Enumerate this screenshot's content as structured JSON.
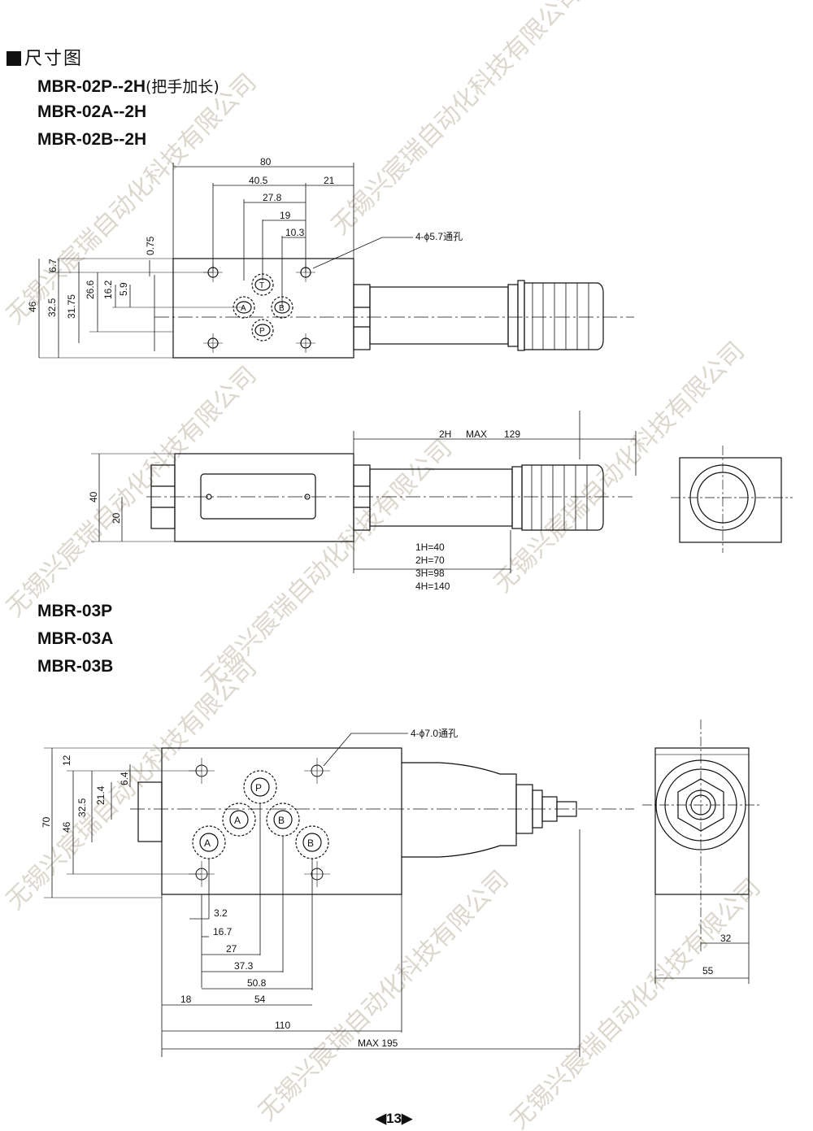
{
  "section_title": "尺寸图",
  "models_top": [
    "MBR-02P--2H",
    "MBR-02A--2H",
    "MBR-02B--2H"
  ],
  "models_top_note": "(把手加长)",
  "models_bottom": [
    "MBR-03P",
    "MBR-03A",
    "MBR-03B"
  ],
  "top_view": {
    "dims_horizontal": [
      "80",
      "40.5",
      "21",
      "27.8",
      "19",
      "10.3"
    ],
    "dims_vertical": [
      "0.75",
      "6.7",
      "5.9",
      "16.2",
      "26.6",
      "31.75",
      "32.5",
      "46"
    ],
    "hole_note": "4-ϕ5.7通孔",
    "ports": [
      "T",
      "A",
      "B",
      "P"
    ]
  },
  "side_view": {
    "dims_vertical": [
      "40",
      "20"
    ],
    "dim_top": [
      "2H",
      "MAX",
      "129"
    ],
    "handle_lengths": [
      "1H=40",
      "2H=70",
      "3H=98",
      "4H=140"
    ]
  },
  "bottom_view": {
    "hole_note": "4-ϕ7.0通孔",
    "dims_vertical": [
      "12",
      "6.4",
      "21.4",
      "32.5",
      "46",
      "70"
    ],
    "dims_horizontal": [
      "3.2",
      "16.7",
      "27",
      "37.3",
      "50.8",
      "18",
      "54",
      "110",
      "MAX 195"
    ],
    "ports": [
      "P",
      "A",
      "B",
      "A",
      "B"
    ],
    "end_dims": [
      "32",
      "55"
    ]
  },
  "page_number": "13",
  "watermark": "无锡兴宸瑞自动化科技有限公司",
  "colors": {
    "ink": "#111111",
    "watermark": "#d9d3c8"
  }
}
